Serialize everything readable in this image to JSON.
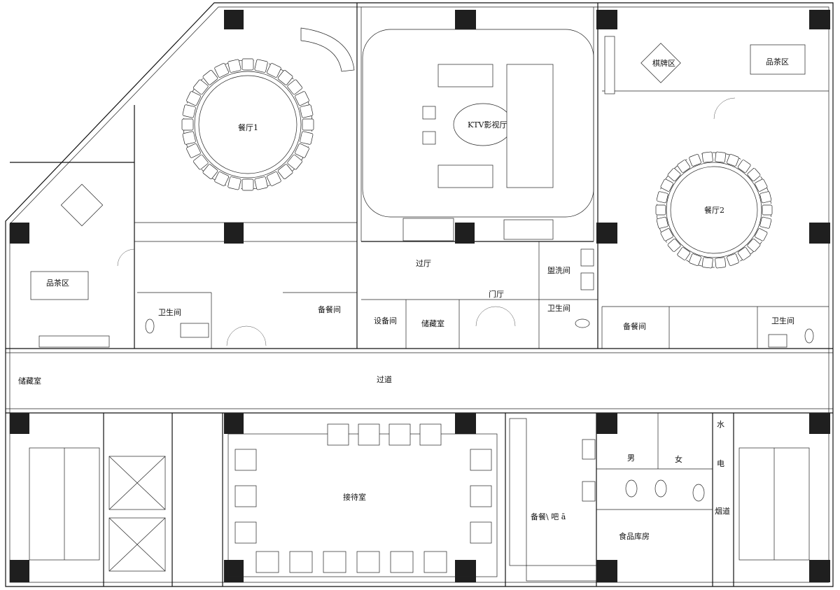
{
  "plan": {
    "rooms": {
      "dining1": "餐厅1",
      "dining2": "餐厅2",
      "ktv": "KTV影视厅",
      "chess": "棋牌区",
      "tea_right": "品茶区",
      "tea_left": "品茶区",
      "vestibule": "过厅",
      "foyer": "门厅",
      "washroom": "盥洗间",
      "wc_left": "卫生间",
      "wc_mid": "卫生间",
      "wc_right": "卫生间",
      "pantry_left": "备餐间",
      "pantry_right": "备餐间",
      "equipment": "设备间",
      "storage_mid": "储藏室",
      "storage_left": "储藏室",
      "corridor": "过道",
      "reception": "接待室",
      "pantry_bar": "备餐\\ 吧 ā",
      "food_store": "食品库房",
      "male": "男",
      "female": "女",
      "water": "水",
      "electric": "电",
      "flue": "烟道"
    }
  }
}
